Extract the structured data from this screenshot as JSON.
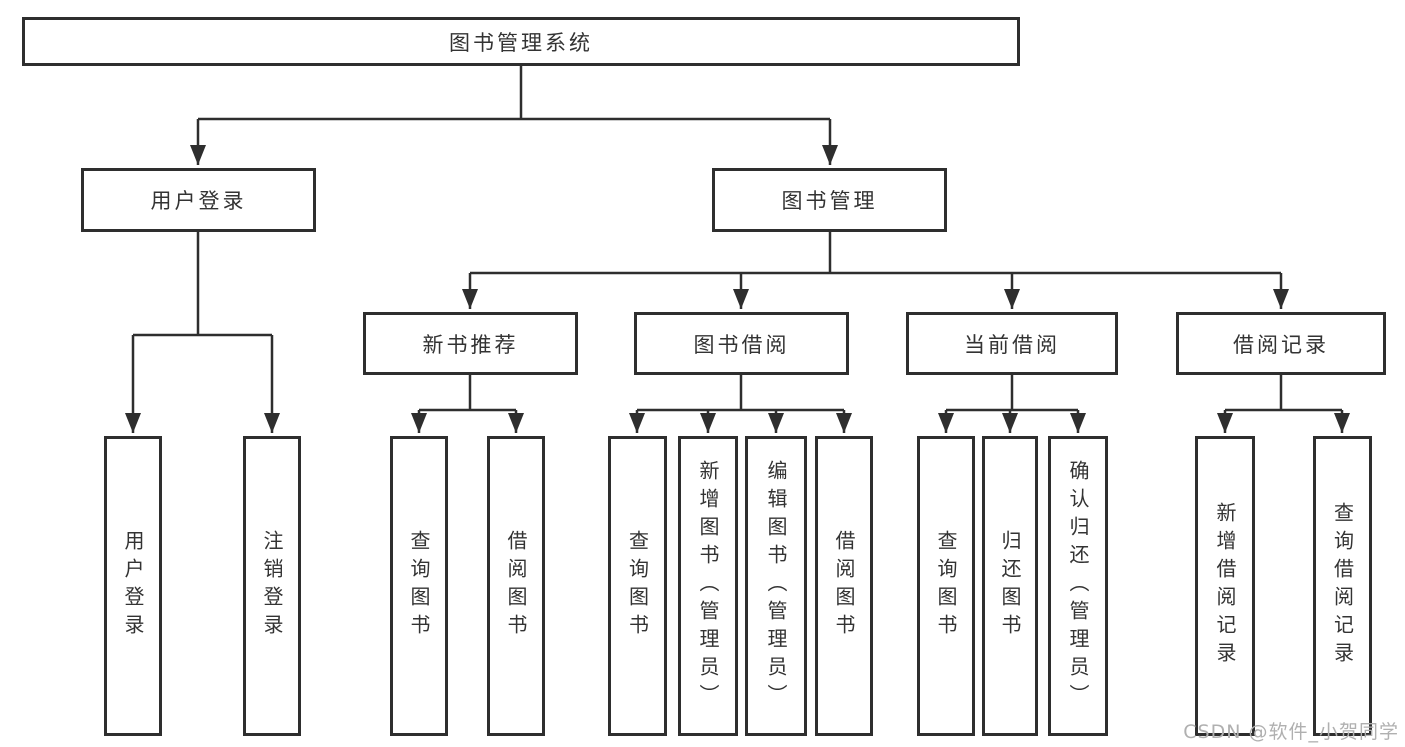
{
  "diagram": {
    "title": "图书管理系统",
    "branches": [
      {
        "label": "用户登录",
        "children": [
          {
            "label": "用户登录"
          },
          {
            "label": "注销登录"
          }
        ]
      },
      {
        "label": "图书管理",
        "children": [
          {
            "label": "新书推荐",
            "children": [
              {
                "label": "查询图书"
              },
              {
                "label": "借阅图书"
              }
            ]
          },
          {
            "label": "图书借阅",
            "children": [
              {
                "label": "查询图书"
              },
              {
                "label": "新增图书（管理员）"
              },
              {
                "label": "编辑图书（管理员）"
              },
              {
                "label": "借阅图书"
              }
            ]
          },
          {
            "label": "当前借阅",
            "children": [
              {
                "label": "查询图书"
              },
              {
                "label": "归还图书"
              },
              {
                "label": "确认归还（管理员）"
              }
            ]
          },
          {
            "label": "借阅记录",
            "children": [
              {
                "label": "新增借阅记录"
              },
              {
                "label": "查询借阅记录"
              }
            ]
          }
        ]
      }
    ]
  },
  "watermark": "CSDN @软件_小贺同学",
  "colors": {
    "background": "#ffffff",
    "line": "#2e2e2e",
    "text": "#333333",
    "watermark": "#b0b0b0"
  }
}
